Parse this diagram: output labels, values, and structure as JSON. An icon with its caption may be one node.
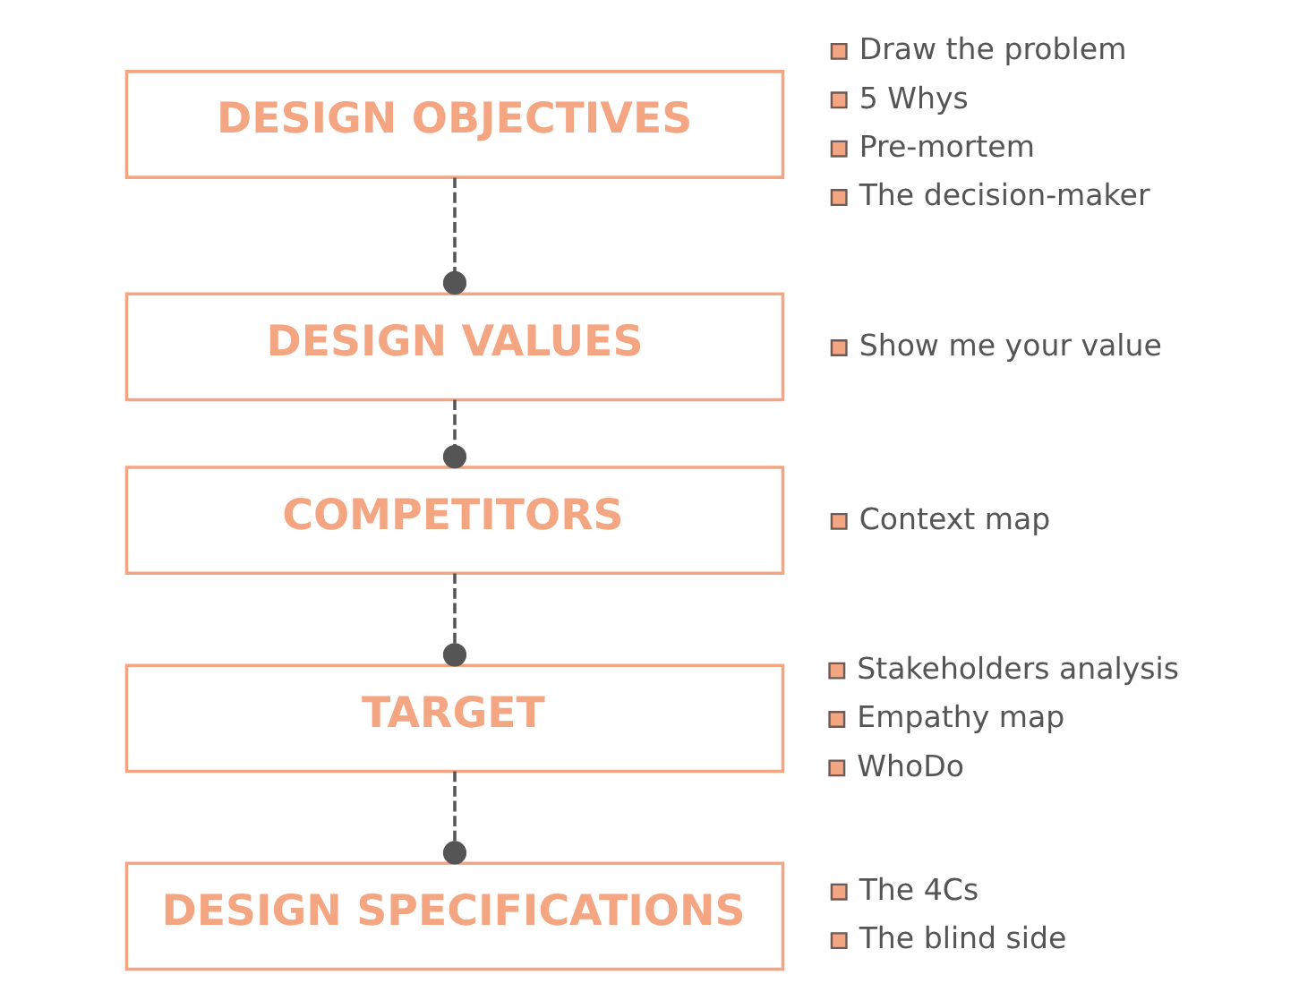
{
  "diagram": {
    "nodes": [
      {
        "text": [
          "DESIGN OBJECTIVES"
        ],
        "beside": [
          "Draw the problem",
          "5 Whys",
          "Pre-mortem",
          "The decision-maker"
        ]
      },
      {
        "text": [
          "DESIGN VALUES"
        ],
        "beside": [
          "Show me your value"
        ]
      },
      {
        "text": [
          "COMPETITORS"
        ],
        "beside": [
          "Context map"
        ]
      },
      {
        "text": [
          "TARGET"
        ],
        "beside": [
          "Stakeholders analysis",
          "Empathy map",
          "WhoDo"
        ]
      },
      {
        "text": [
          "DESIGN SPECIFICATIONS"
        ],
        "beside": [
          "The 4Cs",
          "The blind side"
        ]
      }
    ],
    "edges": [
      {
        "from": 0,
        "to": 1,
        "arrow": "other",
        "style": "dashed"
      },
      {
        "from": 1,
        "to": 2,
        "arrow": "other",
        "style": "dashed"
      },
      {
        "from": 2,
        "to": 3,
        "arrow": "other",
        "style": "dashed"
      },
      {
        "from": 3,
        "to": 4,
        "arrow": "other",
        "style": "dashed"
      }
    ]
  }
}
